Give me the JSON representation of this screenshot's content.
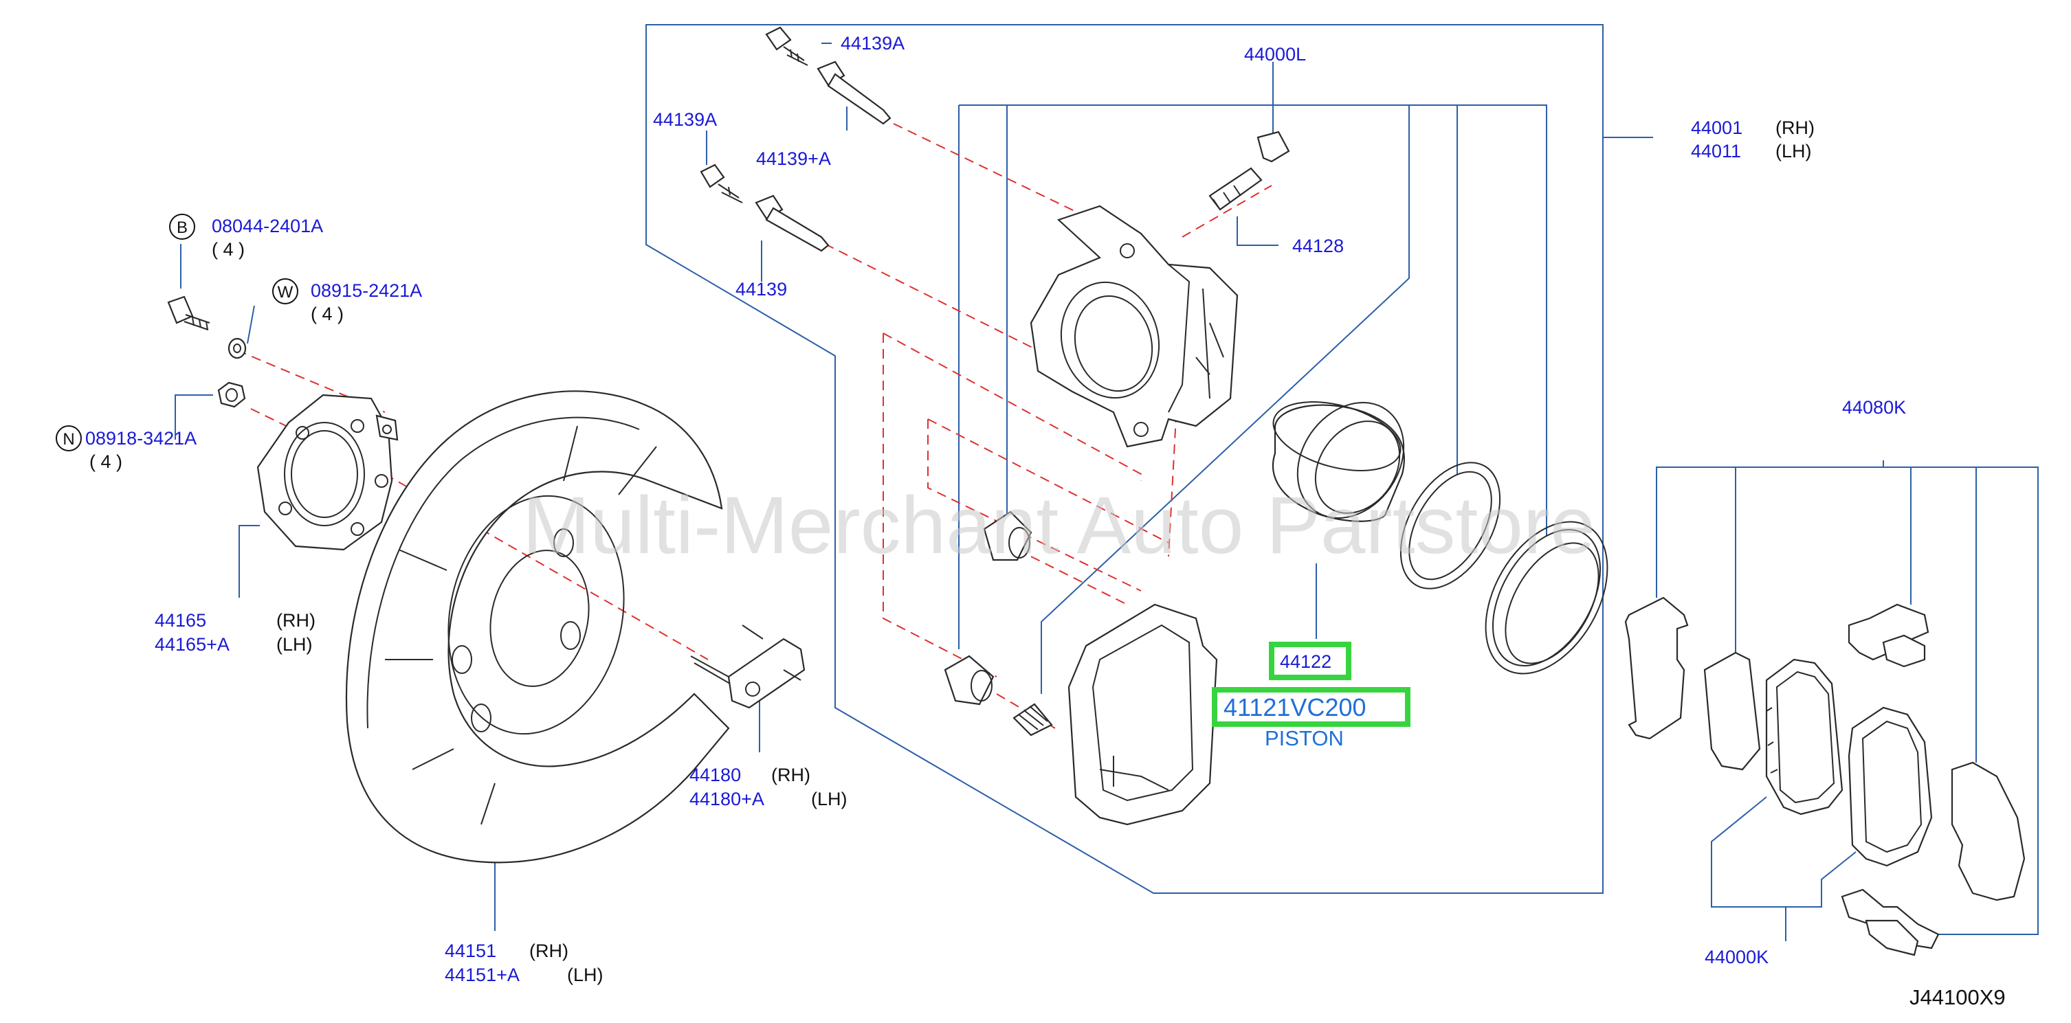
{
  "diagram": {
    "watermark": "Multi-Merchant Auto Partstore",
    "ref_code": "J44100X9",
    "colors": {
      "part_number": "#1a1ad6",
      "leader": "#2c5fa8",
      "dashed": "#e03030",
      "highlight": "#38d43f",
      "highlight_text": "#1f6fd8"
    },
    "labels": {
      "p44139a_top": "44139A",
      "p44000l": "44000L",
      "p44139a_left": "44139A",
      "p44139pa": "44139+A",
      "p44001": "44001",
      "p44001_side": "(RH)",
      "p44011": "44011",
      "p44011_side": "(LH)",
      "p44128": "44128",
      "p44139": "44139",
      "b08044": "08044-2401A",
      "b08044_qty": "( 4 )",
      "w08915": "08915-2421A",
      "w08915_qty": "( 4 )",
      "n08918": "08918-3421A",
      "n08918_qty": "( 4     )",
      "p44080k": "44080K",
      "p44165": "44165",
      "p44165_side": "(RH)",
      "p44165a": "44165+A",
      "p44165a_side": "(LH)",
      "p44122": "44122",
      "p41121": "41121VC200",
      "piston": "PISTON",
      "p44180": "44180",
      "p44180_side": "(RH)",
      "p44180a": "44180+A",
      "p44180a_side": "(LH)",
      "p44151": "44151",
      "p44151_side": "(RH)",
      "p44151a": "44151+A",
      "p44151a_side": "(LH)",
      "p44000k": "44000K"
    },
    "callouts": {
      "b": "B",
      "w": "W",
      "n": "N"
    }
  }
}
